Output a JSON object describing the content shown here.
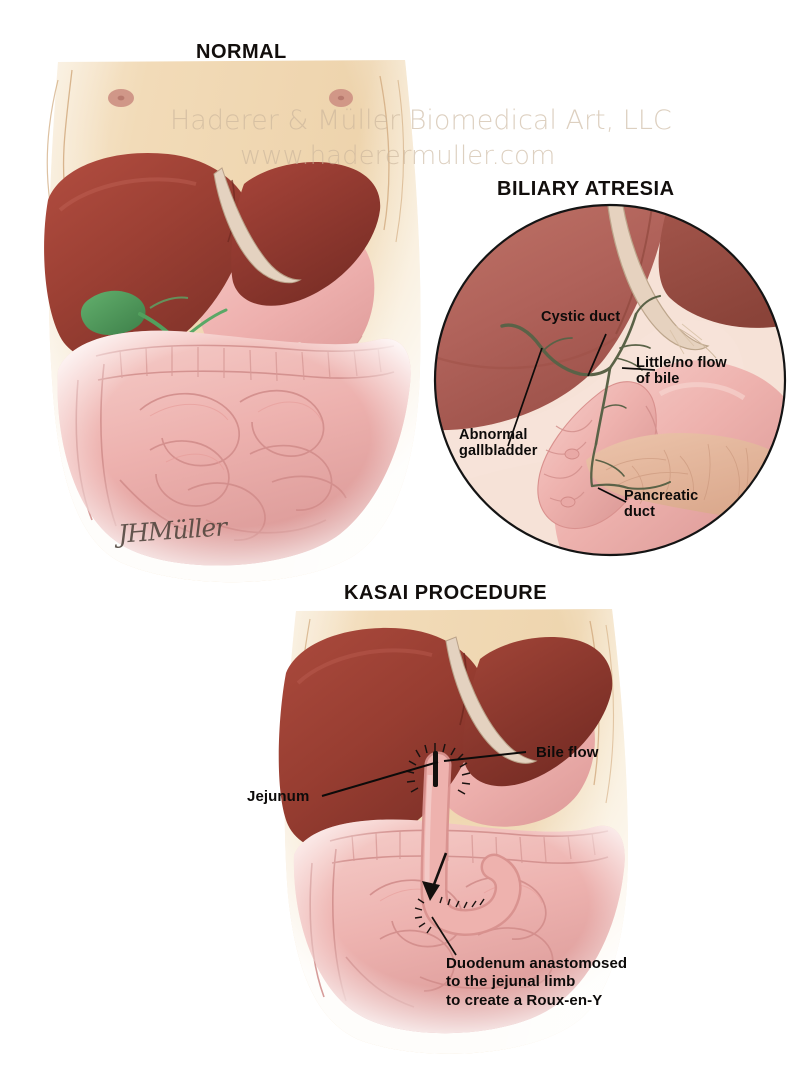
{
  "panels": {
    "normal": {
      "title": "NORMAL",
      "signature": "JHMüller"
    },
    "atresia": {
      "title": "BILIARY ATRESIA",
      "labels": {
        "cystic_duct": "Cystic duct",
        "little_no_flow": "Little/no flow\nof bile",
        "abnormal_gallbladder": "Abnormal\ngallbladder",
        "pancreatic_duct": "Pancreatic\nduct"
      }
    },
    "kasai": {
      "title": "KASAI PROCEDURE",
      "labels": {
        "jejunum": "Jejunum",
        "bile_flow": "Bile flow",
        "roux_note": "Duodenum anastomosed\nto the jejunal limb\nto create a Roux-en-Y"
      }
    }
  },
  "watermark": {
    "line1": "Haderer & Müller Biomedical Art, LLC",
    "line2": "www.haderermuller.com"
  },
  "colors": {
    "skin": "#f2dbb8",
    "skin_shadow": "#e0c193",
    "liver": "#a8453a",
    "liver_dark": "#83342b",
    "liver_inset": "#b5655a",
    "gallbladder_green": "#4f9a5a",
    "duct_atretic": "#5a6247",
    "bowel_pink": "#edb1ae",
    "bowel_pink_dark": "#dd9a98",
    "stomach_pink": "#eeb0ae",
    "pancreas": "#e6b9a0",
    "omentum": "#f3ded3",
    "label_text": "#0d0b0a",
    "watermark": "#c9b49b",
    "background": "#ffffff"
  }
}
